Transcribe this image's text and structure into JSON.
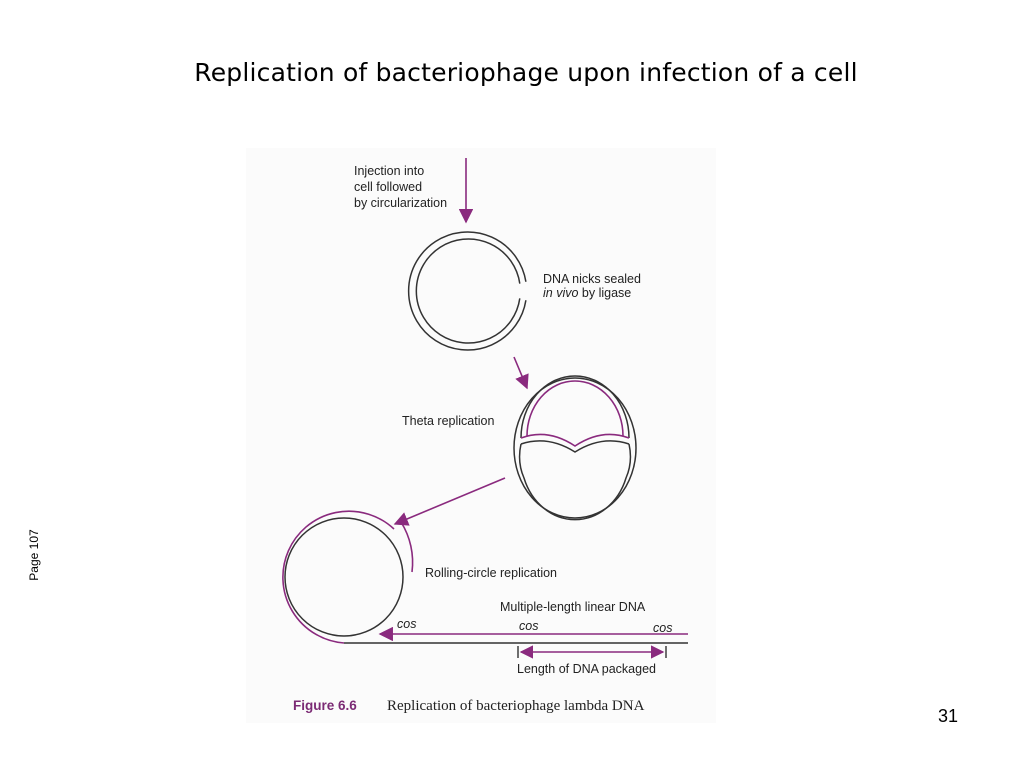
{
  "slide": {
    "title": "Replication of bacteriophage upon infection of a cell",
    "side_label": "Page 107",
    "page_number": "31"
  },
  "colors": {
    "strand": "#333333",
    "new_strand": "#8a2a7e",
    "figure_label": "#7b2a74"
  },
  "diagram": {
    "labels": {
      "injection_line1": "Injection into",
      "injection_line2": "cell followed",
      "injection_line3": "by circularization",
      "nicks_line1": "DNA nicks sealed",
      "nicks_in_vivo": "in vivo",
      "nicks_rest": " by ligase",
      "theta": "Theta replication",
      "rolling": "Rolling-circle replication",
      "linear": "Multiple-length linear DNA",
      "cos_1": "cos",
      "cos_2": "cos",
      "cos_3": "cos",
      "length": "Length of DNA packaged"
    },
    "caption": {
      "figure_label": "Figure 6.6",
      "text": "Replication of bacteriophage lambda DNA"
    }
  }
}
